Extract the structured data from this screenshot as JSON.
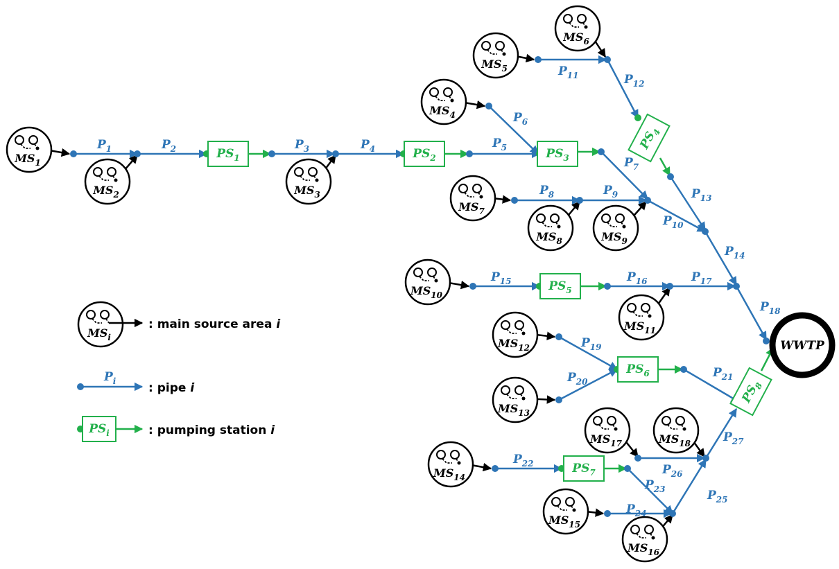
{
  "colors": {
    "pipe": "#2E75B6",
    "pumping_station": "#22B04B",
    "source": "#000000"
  },
  "wwtp_label": "WWTP",
  "legend": {
    "source_symbol": {
      "base": "MS",
      "sub": "i"
    },
    "source_text": ": main source area ",
    "pipe_symbol": {
      "base": "P",
      "sub": "i"
    },
    "pipe_text": ": pipe ",
    "ps_symbol": {
      "base": "PS",
      "sub": "i"
    },
    "ps_text": ": pumping station ",
    "index_var": "i"
  },
  "sources": [
    {
      "base": "MS",
      "sub": "1"
    },
    {
      "base": "MS",
      "sub": "2"
    },
    {
      "base": "MS",
      "sub": "3"
    },
    {
      "base": "MS",
      "sub": "4"
    },
    {
      "base": "MS",
      "sub": "5"
    },
    {
      "base": "MS",
      "sub": "6"
    },
    {
      "base": "MS",
      "sub": "7"
    },
    {
      "base": "MS",
      "sub": "8"
    },
    {
      "base": "MS",
      "sub": "9"
    },
    {
      "base": "MS",
      "sub": "10"
    },
    {
      "base": "MS",
      "sub": "11"
    },
    {
      "base": "MS",
      "sub": "12"
    },
    {
      "base": "MS",
      "sub": "13"
    },
    {
      "base": "MS",
      "sub": "14"
    },
    {
      "base": "MS",
      "sub": "15"
    },
    {
      "base": "MS",
      "sub": "16"
    },
    {
      "base": "MS",
      "sub": "17"
    },
    {
      "base": "MS",
      "sub": "18"
    }
  ],
  "pipes": [
    {
      "base": "P",
      "sub": "1"
    },
    {
      "base": "P",
      "sub": "2"
    },
    {
      "base": "P",
      "sub": "3"
    },
    {
      "base": "P",
      "sub": "4"
    },
    {
      "base": "P",
      "sub": "5"
    },
    {
      "base": "P",
      "sub": "6"
    },
    {
      "base": "P",
      "sub": "7"
    },
    {
      "base": "P",
      "sub": "8"
    },
    {
      "base": "P",
      "sub": "9"
    },
    {
      "base": "P",
      "sub": "10"
    },
    {
      "base": "P",
      "sub": "11"
    },
    {
      "base": "P",
      "sub": "12"
    },
    {
      "base": "P",
      "sub": "13"
    },
    {
      "base": "P",
      "sub": "14"
    },
    {
      "base": "P",
      "sub": "15"
    },
    {
      "base": "P",
      "sub": "16"
    },
    {
      "base": "P",
      "sub": "17"
    },
    {
      "base": "P",
      "sub": "18"
    },
    {
      "base": "P",
      "sub": "19"
    },
    {
      "base": "P",
      "sub": "20"
    },
    {
      "base": "P",
      "sub": "21"
    },
    {
      "base": "P",
      "sub": "22"
    },
    {
      "base": "P",
      "sub": "23"
    },
    {
      "base": "P",
      "sub": "24"
    },
    {
      "base": "P",
      "sub": "25"
    },
    {
      "base": "P",
      "sub": "26"
    },
    {
      "base": "P",
      "sub": "27"
    }
  ],
  "pumping_stations": [
    {
      "base": "PS",
      "sub": "1"
    },
    {
      "base": "PS",
      "sub": "2"
    },
    {
      "base": "PS",
      "sub": "3"
    },
    {
      "base": "PS",
      "sub": "4"
    },
    {
      "base": "PS",
      "sub": "5"
    },
    {
      "base": "PS",
      "sub": "6"
    },
    {
      "base": "PS",
      "sub": "7"
    },
    {
      "base": "PS",
      "sub": "8"
    }
  ]
}
